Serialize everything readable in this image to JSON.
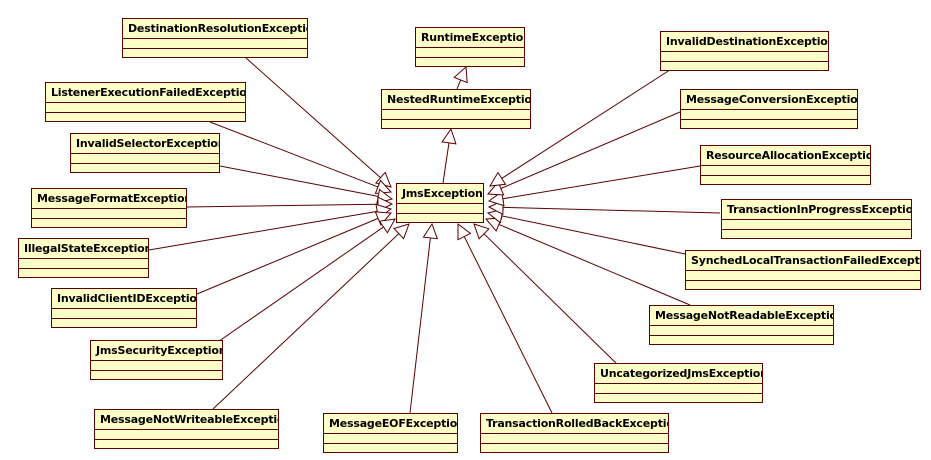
{
  "diagram": {
    "colors": {
      "box_fill": "#ffffc8",
      "box_border": "#5a0000",
      "edge": "#5a0000"
    },
    "classes": {
      "runtime": "RuntimeException",
      "nested": "NestedRuntimeException",
      "jms": "JmsException",
      "destres": "DestinationResolutionException",
      "listener": "ListenerExecutionFailedException",
      "invsel": "InvalidSelectorException",
      "msgformat": "MessageFormatException",
      "illegal": "IllegalStateException",
      "invclient": "InvalidClientIDException",
      "jmssec": "JmsSecurityException",
      "notwrite": "MessageNotWriteableException",
      "eof": "MessageEOFException",
      "rolledback": "TransactionRolledBackException",
      "uncat": "UncategorizedJmsException",
      "notread": "MessageNotReadableException",
      "synched": "SynchedLocalTransactionFailedException",
      "inprogress": "TransactionInProgressException",
      "resalloc": "ResourceAllocationException",
      "msgconv": "MessageConversionException",
      "invdest": "InvalidDestinationException"
    },
    "generalizations": [
      {
        "from": "nested",
        "to": "runtime"
      },
      {
        "from": "jms",
        "to": "nested"
      },
      {
        "from": "destres",
        "to": "jms"
      },
      {
        "from": "listener",
        "to": "jms"
      },
      {
        "from": "invsel",
        "to": "jms"
      },
      {
        "from": "msgformat",
        "to": "jms"
      },
      {
        "from": "illegal",
        "to": "jms"
      },
      {
        "from": "invclient",
        "to": "jms"
      },
      {
        "from": "jmssec",
        "to": "jms"
      },
      {
        "from": "notwrite",
        "to": "jms"
      },
      {
        "from": "eof",
        "to": "jms"
      },
      {
        "from": "rolledback",
        "to": "jms"
      },
      {
        "from": "uncat",
        "to": "jms"
      },
      {
        "from": "notread",
        "to": "jms"
      },
      {
        "from": "synched",
        "to": "jms"
      },
      {
        "from": "inprogress",
        "to": "jms"
      },
      {
        "from": "resalloc",
        "to": "jms"
      },
      {
        "from": "msgconv",
        "to": "jms"
      },
      {
        "from": "invdest",
        "to": "jms"
      }
    ]
  }
}
